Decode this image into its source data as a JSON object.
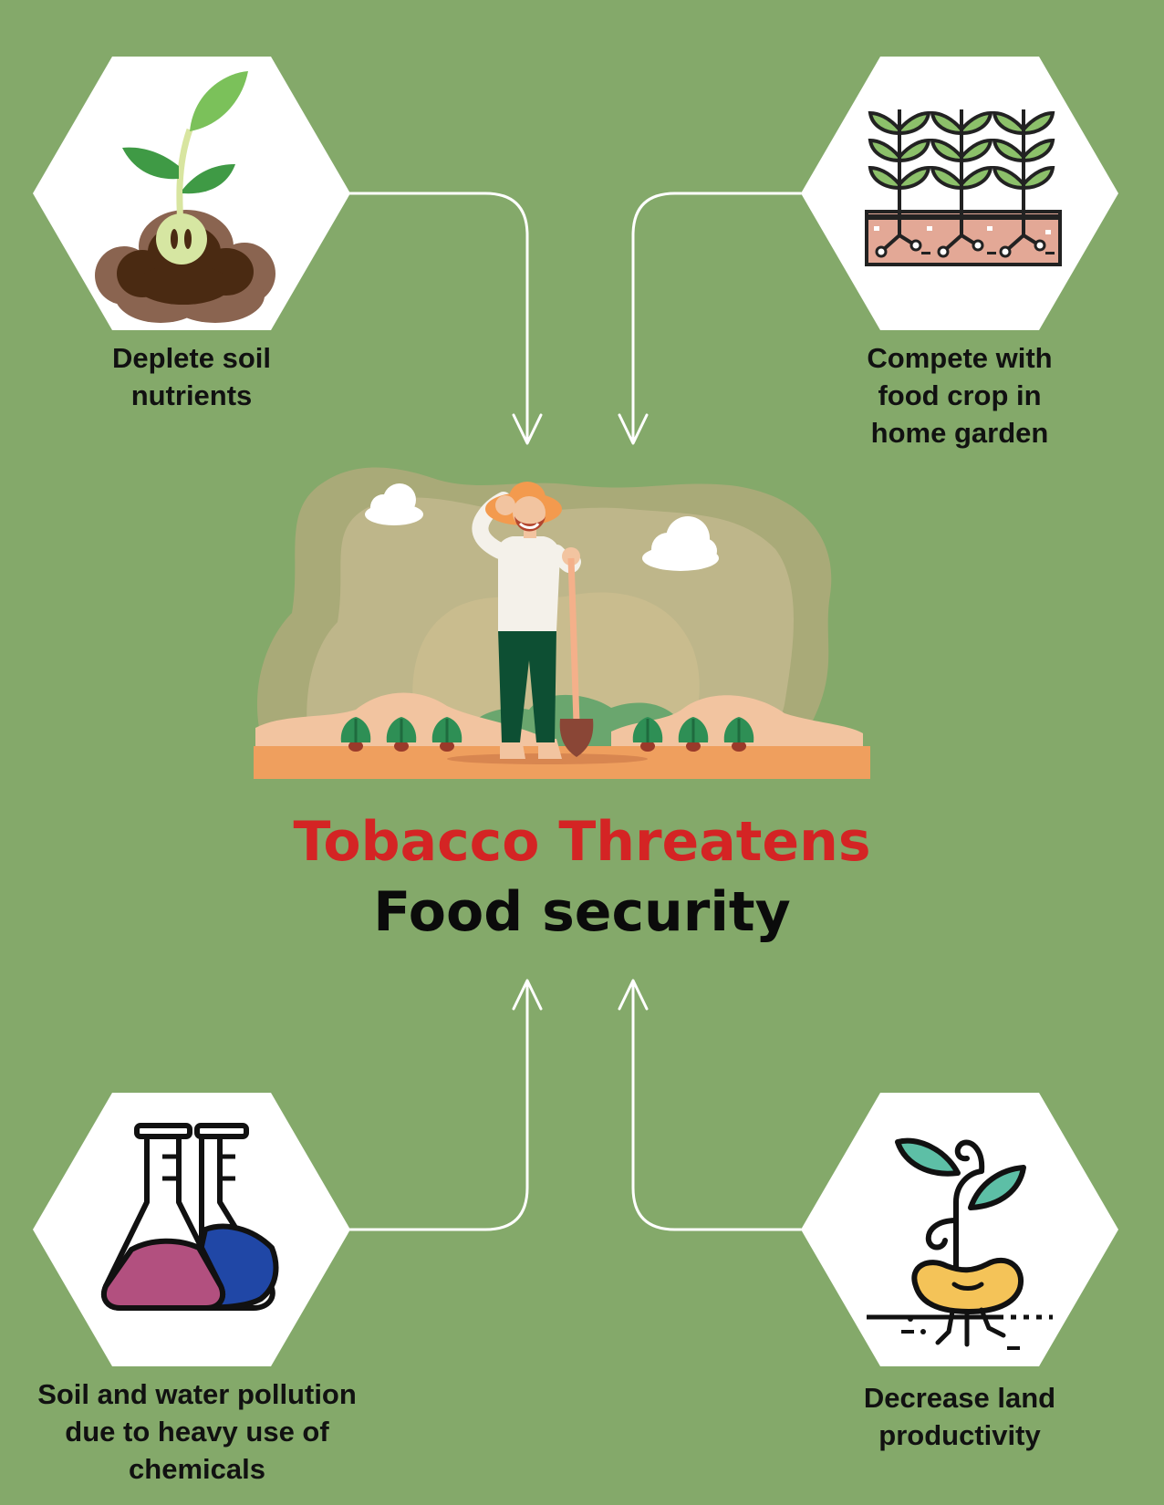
{
  "colors": {
    "background": "#84a96a",
    "title_accent": "#d42424",
    "title_main": "#0b0b0b",
    "hexagon": "#ffffff",
    "connector": "#ffffff"
  },
  "title": {
    "line1": "Tobacco Threatens",
    "line2": "Food security"
  },
  "factors": [
    {
      "id": "top-left",
      "icon": "seedling-soil-icon",
      "lines": [
        "Deplete soil",
        "nutrients"
      ]
    },
    {
      "id": "top-right",
      "icon": "crop-rows-roots-icon",
      "lines": [
        "Compete with",
        "food crop in",
        "home garden"
      ]
    },
    {
      "id": "bottom-left",
      "icon": "chemical-flasks-icon",
      "lines": [
        "Soil and water pollution",
        "due to heavy use of",
        "chemicals"
      ]
    },
    {
      "id": "bottom-right",
      "icon": "sprouting-seed-icon",
      "lines": [
        "Decrease land",
        "productivity"
      ]
    }
  ],
  "center_illustration": "farmer-with-shovel-illustration"
}
